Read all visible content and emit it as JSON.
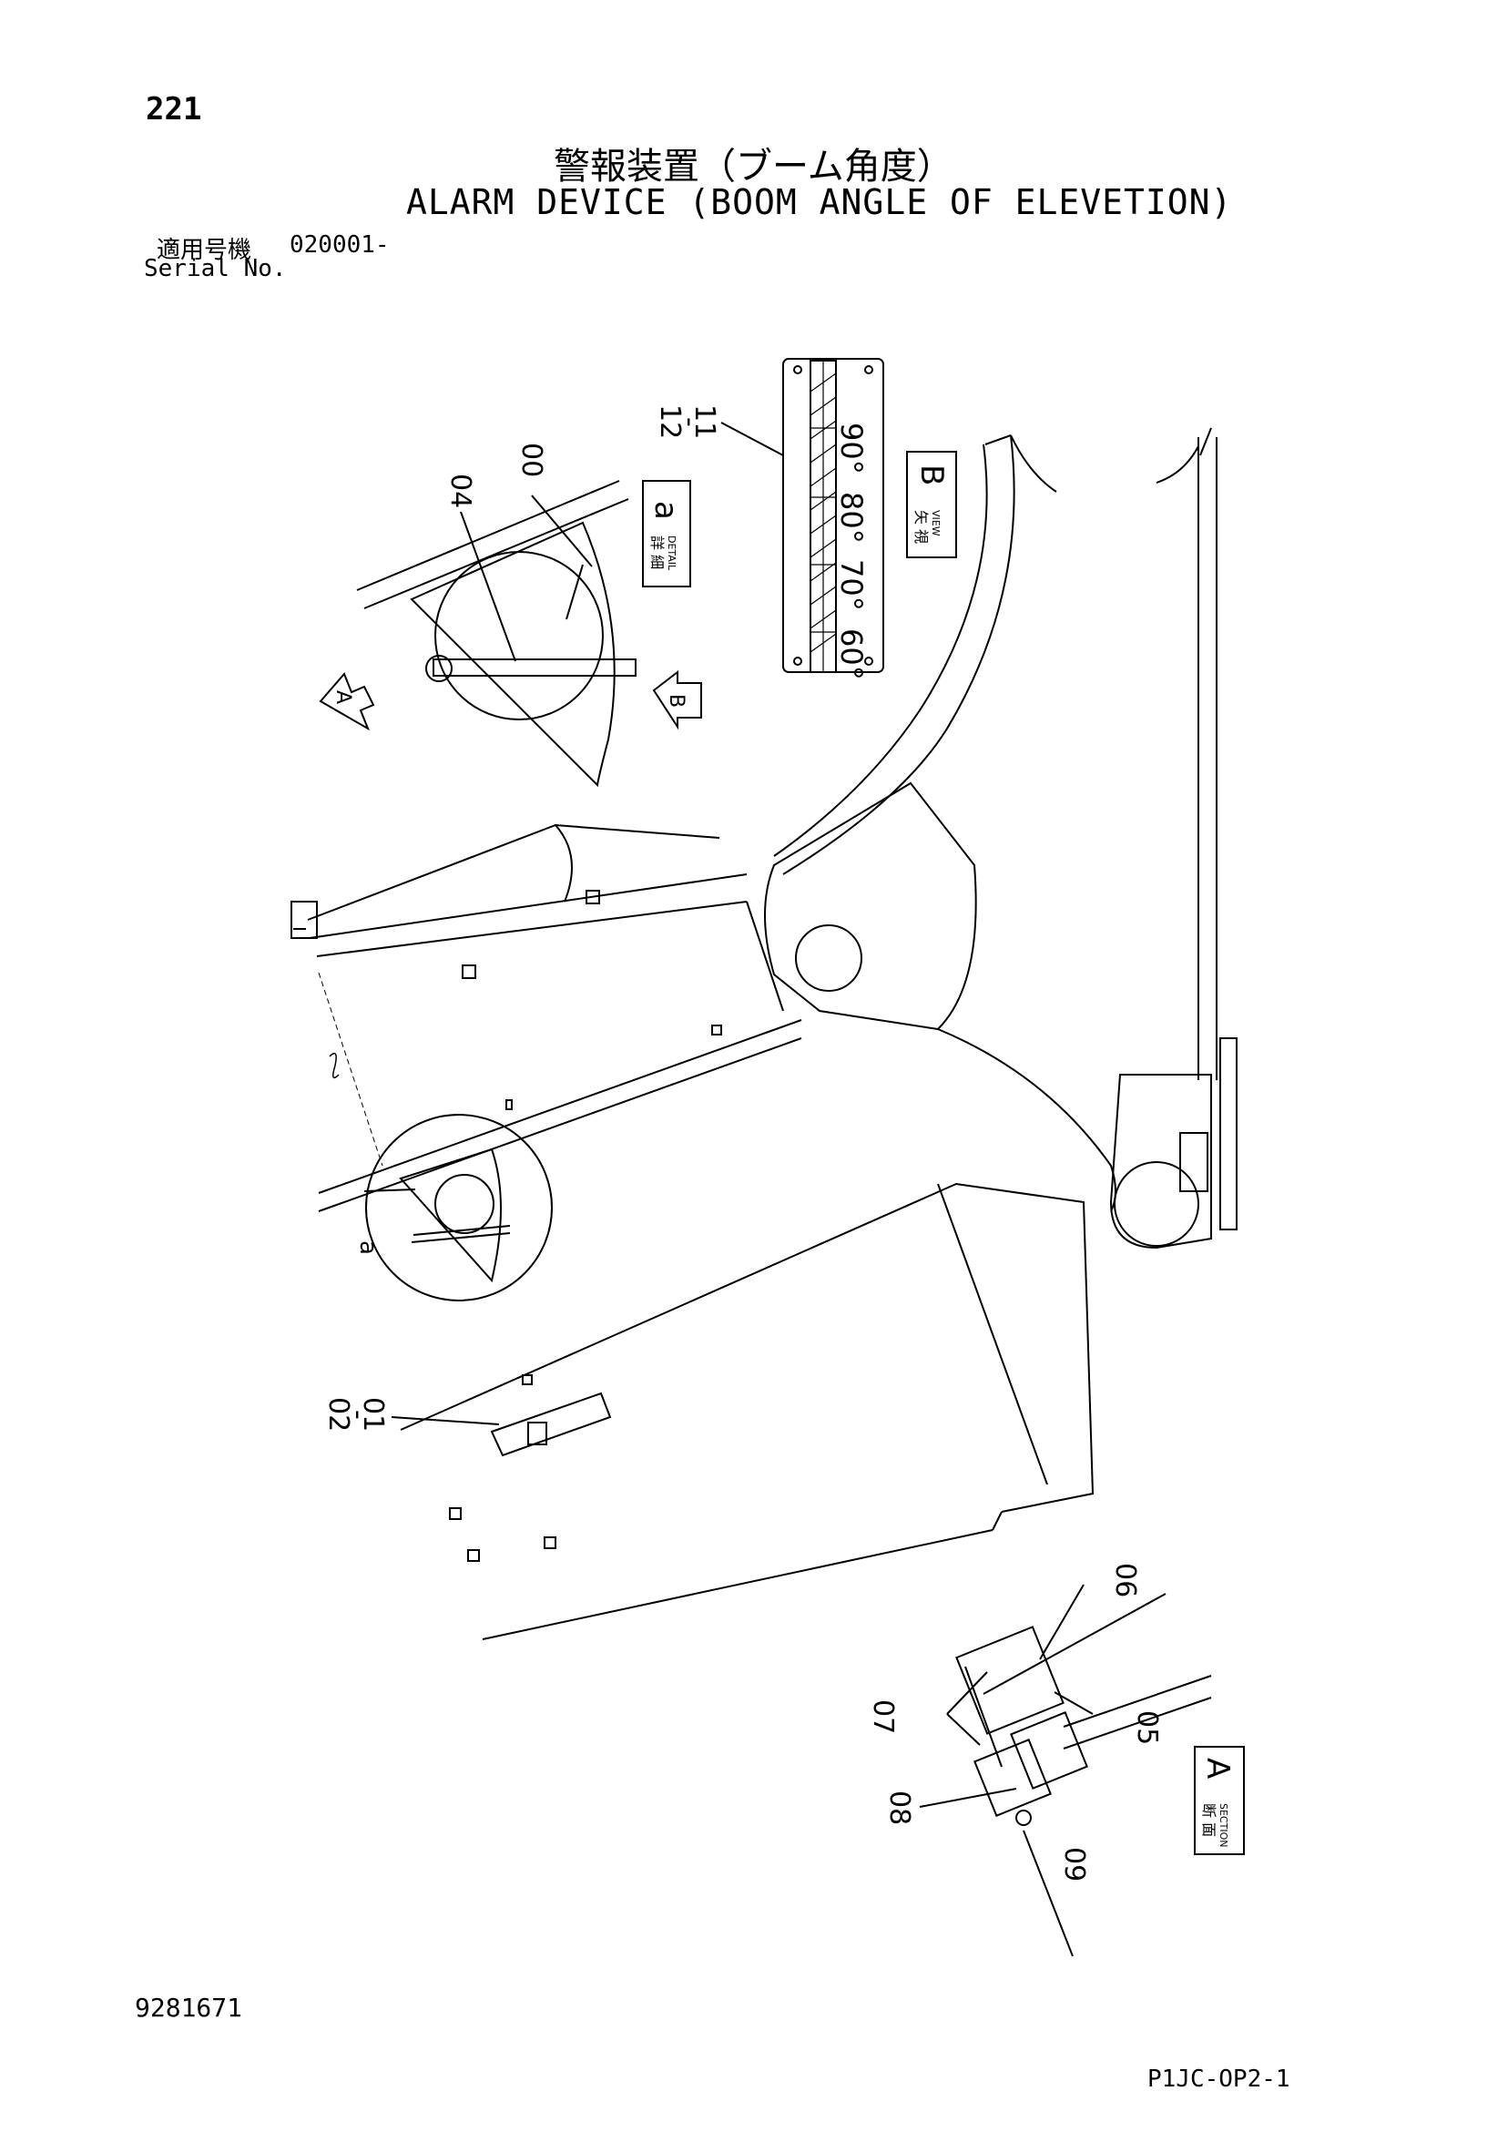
{
  "header": {
    "page_number": "221",
    "title_ja": "警報装置（ブーム角度）",
    "title_en": "ALARM DEVICE (BOOM ANGLE OF ELEVETION)",
    "serial_label_ja": "適用号機",
    "serial_value": "020001-",
    "serial_label_en": "Serial No."
  },
  "callouts": {
    "c00": "00",
    "c01": "01",
    "c02": "02",
    "c04": "04",
    "c05": "05",
    "c06": "06",
    "c07": "07",
    "c08": "08",
    "c09": "09",
    "c11": "11",
    "c12": "12",
    "c12_11_dash": "-",
    "c02_01_dash": "-"
  },
  "views": {
    "detail_label_ja": "詳 細",
    "detail_label_en": "DETAIL",
    "detail_letter": "a",
    "view_label_ja": "矢 視",
    "view_label_en": "VIEW",
    "view_letter": "B",
    "section_label_ja": "断 面",
    "section_label_en": "SECTION",
    "section_letter": "A",
    "arrow_a": "A",
    "arrow_b": "B",
    "detail_circle_letter": "a"
  },
  "scale": {
    "deg_90": "90°",
    "deg_80": "80°",
    "deg_70": "70°",
    "deg_60": "60°"
  },
  "footer": {
    "doc_number": "9281671",
    "page_code": "P1JC-OP2-1"
  }
}
